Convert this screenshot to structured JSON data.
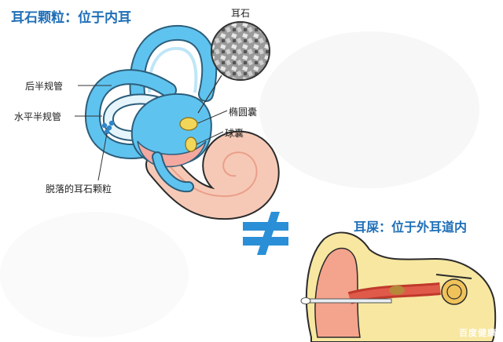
{
  "titles": {
    "inner_ear": "耳石颗粒：位于内耳",
    "outer_ear": "耳屎：位于外耳道内"
  },
  "labels": {
    "otoconia": "耳石",
    "posterior_canal": "后半规管",
    "horizontal_canal": "水平半规管",
    "utricle": "椭圆囊",
    "saccule": "球囊",
    "detached_otoconia": "脱落的耳石颗粒"
  },
  "symbol": "≠",
  "watermark": "百度健康",
  "colors": {
    "title_blue": "#1f6fb8",
    "canal_blue": "#5fc3ef",
    "canal_light": "#bfe6f7",
    "cochlea_pink": "#f6c9b6",
    "otolith_yellow": "#f2d65a",
    "not_equal_blue": "#2a8fd6"
  }
}
